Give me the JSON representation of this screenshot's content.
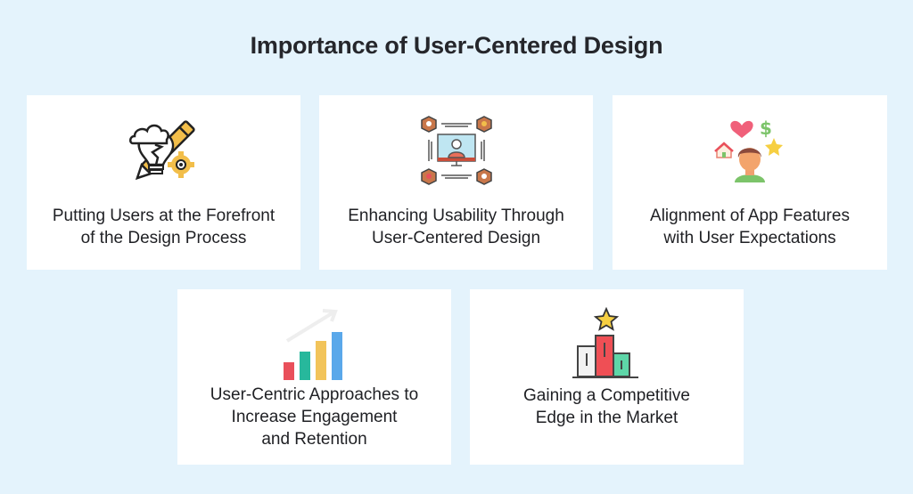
{
  "title": "Importance of User-Centered Design",
  "colors": {
    "background": "#e4f3fc",
    "card": "#ffffff",
    "text": "#222228",
    "accent_yellow": "#f2be4a",
    "accent_red": "#e9505b",
    "accent_teal": "#27b89c",
    "accent_blue": "#5aa8ea",
    "accent_brown": "#c9774a"
  },
  "cards": [
    {
      "icon": "lightbulb-pencil-icon",
      "label_lines": [
        "Putting Users at the Forefront",
        "of the Design Process"
      ]
    },
    {
      "icon": "monitor-user-network-icon",
      "label_lines": [
        "Enhancing Usability Through",
        "User-Centered Design"
      ]
    },
    {
      "icon": "user-expectations-icon",
      "label_lines": [
        "Alignment of App Features",
        "with User Expectations"
      ]
    },
    {
      "icon": "growth-bar-chart-icon",
      "label_lines": [
        "User-Centric Approaches to",
        "Increase Engagement",
        "and Retention"
      ]
    },
    {
      "icon": "podium-star-icon",
      "label_lines": [
        "Gaining a Competitive",
        "Edge in the Market"
      ]
    }
  ]
}
